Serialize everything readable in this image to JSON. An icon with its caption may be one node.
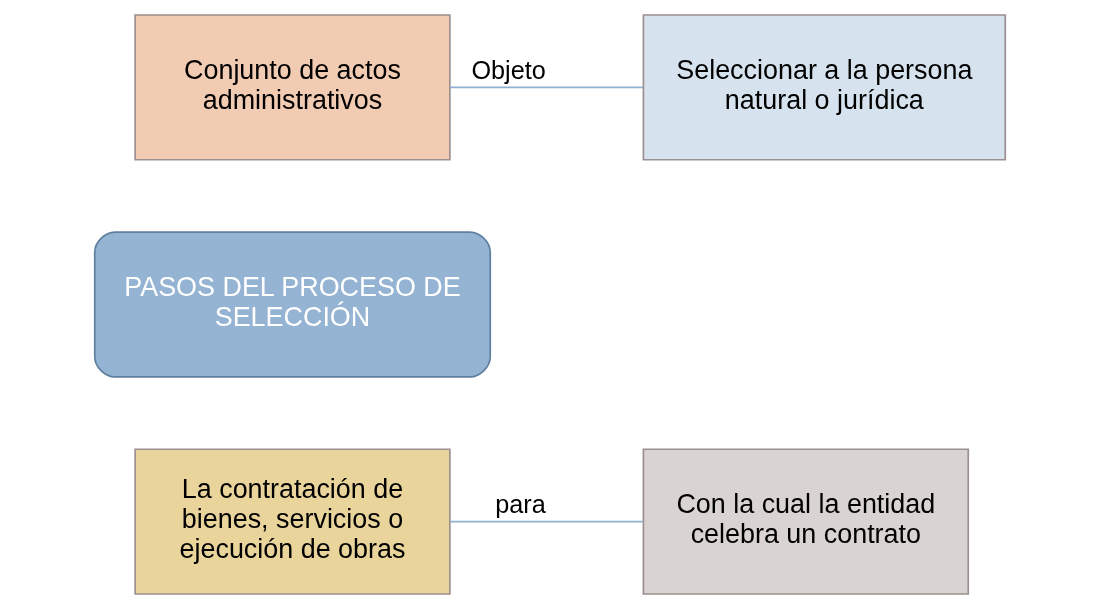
{
  "diagram": {
    "nodes": [
      {
        "text": [
          "Conjunto de actos administrativos"
        ]
      },
      {
        "text": [
          "Seleccionar a la persona natural o jurídica"
        ]
      },
      {
        "text": [
          "PASOS DEL PROCESO DE SELECCIÓN"
        ]
      },
      {
        "text": [
          "La contratación de bienes, servicios o ejecución de obras"
        ]
      },
      {
        "text": [
          "Con la cual la entidad celebra un contrato"
        ]
      }
    ],
    "edges": [
      {
        "from": 0,
        "to": 1,
        "arrow": "none",
        "label": "Objeto"
      },
      {
        "from": 3,
        "to": 4,
        "arrow": "none",
        "label": "para"
      }
    ]
  }
}
